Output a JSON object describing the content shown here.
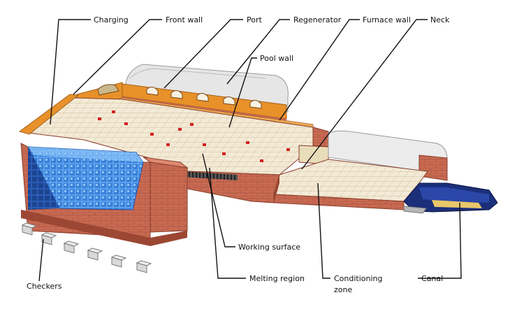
{
  "labels": {
    "charging": "Charging",
    "front_wall": "Front wall",
    "port": "Port",
    "regenerator": "Regenerator",
    "furnace_wall": "Furnace wall",
    "neck": "Neck",
    "pool_wall": "Pool wall",
    "working_surface": "Working surface",
    "melting_region": "Melting region",
    "conditioning_zone_line1": "Conditioning",
    "conditioning_zone_line2": "zone",
    "canal": "Canal",
    "checkers": "Checkers"
  },
  "colors": {
    "brick": "#c96a52",
    "brick_dark": "#9c4734",
    "brick_light": "#dd8a70",
    "tile": "#f3ead6",
    "tile_line": "#c9b896",
    "refractory": "#e8912a",
    "arch": "#e6e6e6",
    "checker_blue": "#4a8fe0",
    "checker_dark": "#1f4fa8",
    "canal_blue": "#1b2f7a",
    "red_marker": "#d42020"
  }
}
